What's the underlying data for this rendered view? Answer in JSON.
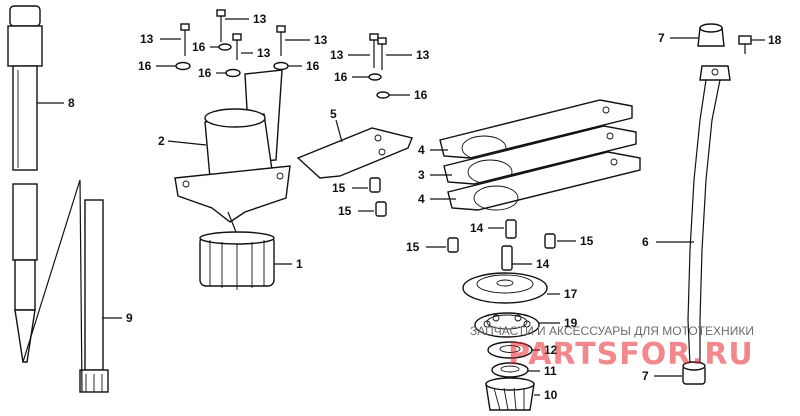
{
  "labels": {
    "p1": "1",
    "p2": "2",
    "p3": "3",
    "p4a": "4",
    "p4b": "4",
    "p5": "5",
    "p6": "6",
    "p7a": "7",
    "p7b": "7",
    "p8": "8",
    "p9": "9",
    "p10": "10",
    "p11": "11",
    "p12": "12",
    "p13a": "13",
    "p13b": "13",
    "p13c": "13",
    "p13d": "13",
    "p13e": "13",
    "p13f": "13",
    "p14a": "14",
    "p14b": "14",
    "p15a": "15",
    "p15b": "15",
    "p15c": "15",
    "p15d": "15",
    "p16a": "16",
    "p16b": "16",
    "p16c": "16",
    "p16d": "16",
    "p16e": "16",
    "p16f": "16",
    "p17": "17",
    "p18": "18",
    "p19": "19"
  },
  "watermark": {
    "caption": "ЗАПЧАСТИ И АКСЕССУАРЫ ДЛЯ МОТОТЕХНИКИ",
    "logo": "PARTSFOR.RU",
    "color": "#e8252d"
  }
}
